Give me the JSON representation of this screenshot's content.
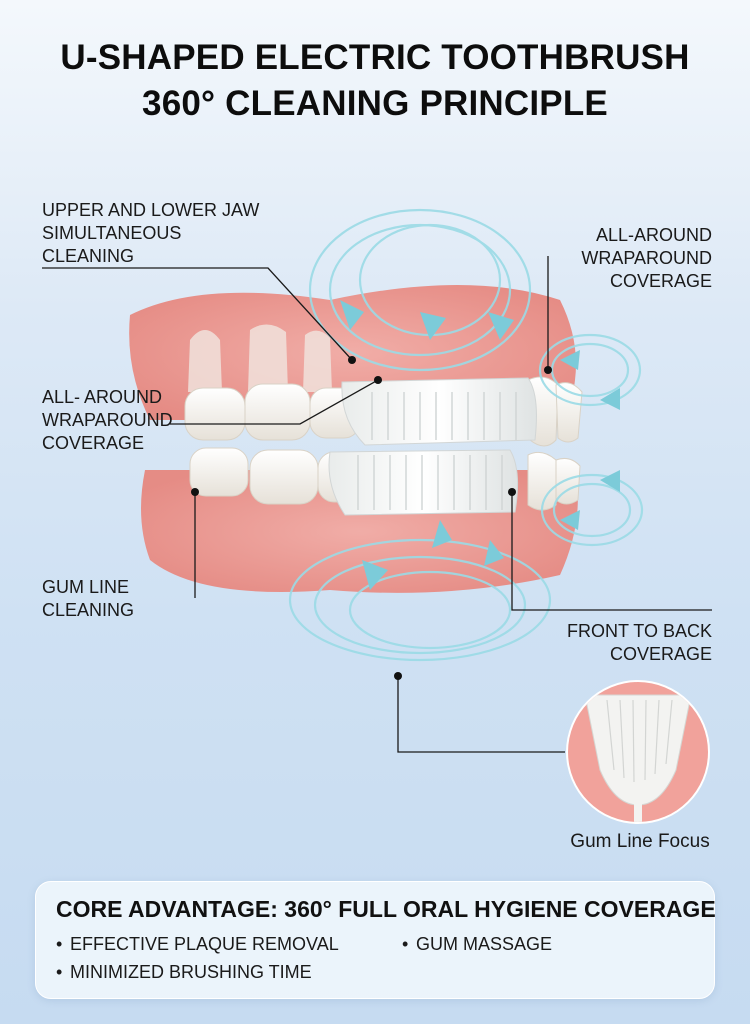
{
  "title": {
    "line1": "U-SHAPED ELECTRIC TOOTHBRUSH",
    "line2": "360° CLEANING PRINCIPLE"
  },
  "callouts": {
    "upper_lower": [
      "UPPER AND LOWER JAW",
      "SIMULTANEOUS",
      "CLEANING"
    ],
    "wrap_left": [
      "ALL- AROUND",
      "WRAPAROUND",
      "COVERAGE"
    ],
    "wrap_right": [
      "ALL-AROUND",
      "WRAPAROUND",
      "COVERAGE"
    ],
    "gum_line": [
      "GUM LINE",
      "CLEANING"
    ],
    "front_back": [
      "FRONT TO BACK",
      "COVERAGE"
    ]
  },
  "inset": {
    "caption": "Gum Line Focus"
  },
  "advantage": {
    "title": "CORE ADVANTAGE: 360° FULL ORAL HYGIENE COVERAGE",
    "bullet_glyph": "•",
    "bullets": [
      "EFFECTIVE PLAQUE REMOVAL",
      "GUM MASSAGE",
      "MINIMIZED BRUSHING TIME"
    ]
  },
  "colors": {
    "gum": "#ec9c96",
    "tooth": "#f7f4ee",
    "brush": "#fbfbfa",
    "arrow": "#8fd6e3",
    "background": "#d7e6f5"
  }
}
